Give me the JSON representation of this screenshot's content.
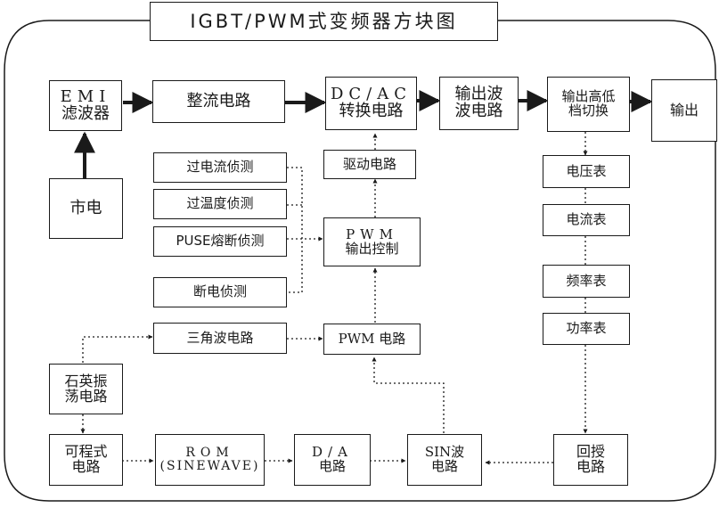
{
  "title": "IGBT/PWM式变频器方块图",
  "colors": {
    "line": "#1a1a1a",
    "background": "#ffffff"
  },
  "blocks": {
    "emi_filter": {
      "line1": "EMI",
      "line2": "滤波器"
    },
    "rectifier": {
      "line1": "整流电路"
    },
    "dc_ac": {
      "line1": "DC/AC",
      "line2": "转换电路"
    },
    "output_wave": {
      "line1": "输出波",
      "line2": "波电路"
    },
    "output_switch": {
      "line1": "输出高低",
      "line2": "档切换"
    },
    "output": {
      "line1": "输出"
    },
    "mains": {
      "line1": "市电"
    },
    "overcurrent": {
      "line1": "过电流侦测"
    },
    "overtemp": {
      "line1": "过温度侦测"
    },
    "fuse": {
      "line1": "PUSE熔断侦测"
    },
    "power_loss": {
      "line1": "断电侦测"
    },
    "driver": {
      "line1": "驱动电路"
    },
    "pwm_output_ctrl": {
      "line1": "PWM",
      "line2": "输出控制"
    },
    "triangle": {
      "line1": "三角波电路"
    },
    "pwm_circuit": {
      "line1": "PWM 电路"
    },
    "crystal": {
      "line1": "石英振",
      "line2": "荡电路"
    },
    "programmable": {
      "line1": "可程式",
      "line2": "电路"
    },
    "rom": {
      "line1": "ROM",
      "line2": "(SINEWAVE)"
    },
    "dac": {
      "line1": "D/A",
      "line2": "电路"
    },
    "sin_wave": {
      "line1": "SIN波",
      "line2": "电路"
    },
    "feedback": {
      "line1": "回授",
      "line2": "电路"
    },
    "voltmeter": {
      "line1": "电压表"
    },
    "ammeter": {
      "line1": "电流表"
    },
    "freq_meter": {
      "line1": "频率表"
    },
    "power_meter": {
      "line1": "功率表"
    }
  }
}
